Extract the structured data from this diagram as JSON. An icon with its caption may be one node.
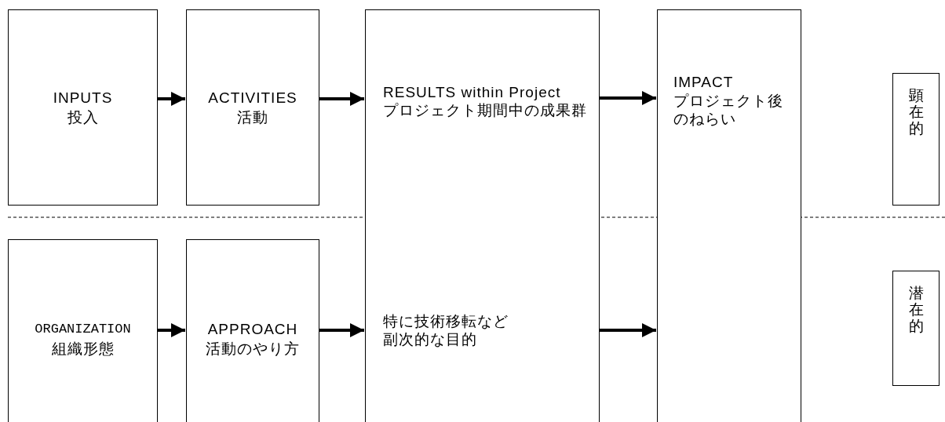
{
  "diagram": {
    "nodes": [
      {
        "text": [
          "INPUTS",
          "投入"
        ]
      },
      {
        "text": [
          "ACTIVITIES",
          "活動"
        ]
      },
      {
        "text": [
          "RESULTS within Project",
          "プロジェクト期間中の成果群",
          "特に技術移転など副次的な目的"
        ]
      },
      {
        "text": [
          "IMPACT",
          "プロジェクト後のねらい"
        ]
      },
      {
        "text": [
          "顕在的"
        ]
      },
      {
        "text": [
          "ORGANIZATION",
          "組織形態"
        ]
      },
      {
        "text": [
          "APPROACH",
          "活動のやり方"
        ]
      },
      {
        "text": [
          "潜在的"
        ]
      }
    ],
    "edges": [
      {
        "from": 0,
        "to": 1,
        "arrow": "to"
      },
      {
        "from": 1,
        "to": 2,
        "arrow": "to"
      },
      {
        "from": 2,
        "to": 3,
        "arrow": "to"
      },
      {
        "from": 5,
        "to": 6,
        "arrow": "to"
      },
      {
        "from": 6,
        "to": 2,
        "arrow": "to"
      },
      {
        "from": 2,
        "to": 3,
        "arrow": "to"
      }
    ]
  }
}
